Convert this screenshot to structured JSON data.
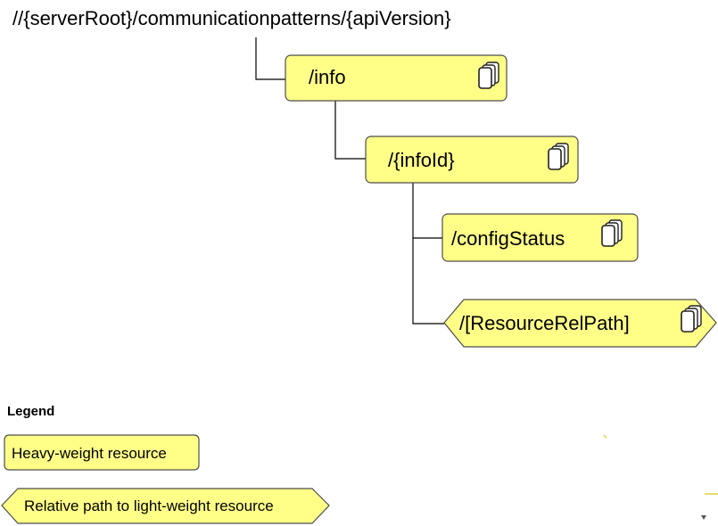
{
  "root_path": "//{serverRoot}/communicationpatterns/{apiVersion}",
  "nodes": [
    {
      "id": "info",
      "label": "/info",
      "kind": "heavy-weight resource"
    },
    {
      "id": "infoid",
      "label": "/{infoId}",
      "kind": "heavy-weight resource"
    },
    {
      "id": "configstatus",
      "label": "/configStatus",
      "kind": "heavy-weight resource"
    },
    {
      "id": "resourcerelpath",
      "label": "/[ResourceRelPath]",
      "kind": "relative path to light-weight resource"
    }
  ],
  "legend": {
    "title": "Legend",
    "items": [
      {
        "label": "Heavy-weight resource",
        "shape": "rounded-rectangle"
      },
      {
        "label": "Relative path to light-weight resource",
        "shape": "hexagon"
      }
    ]
  },
  "colors": {
    "node_fill": "#ffff88",
    "node_stroke": "#4d4d4d",
    "connector": "#000000",
    "icon_fill": "#ffffff"
  },
  "icons": {
    "resource_icon": "stacked-documents-icon"
  }
}
